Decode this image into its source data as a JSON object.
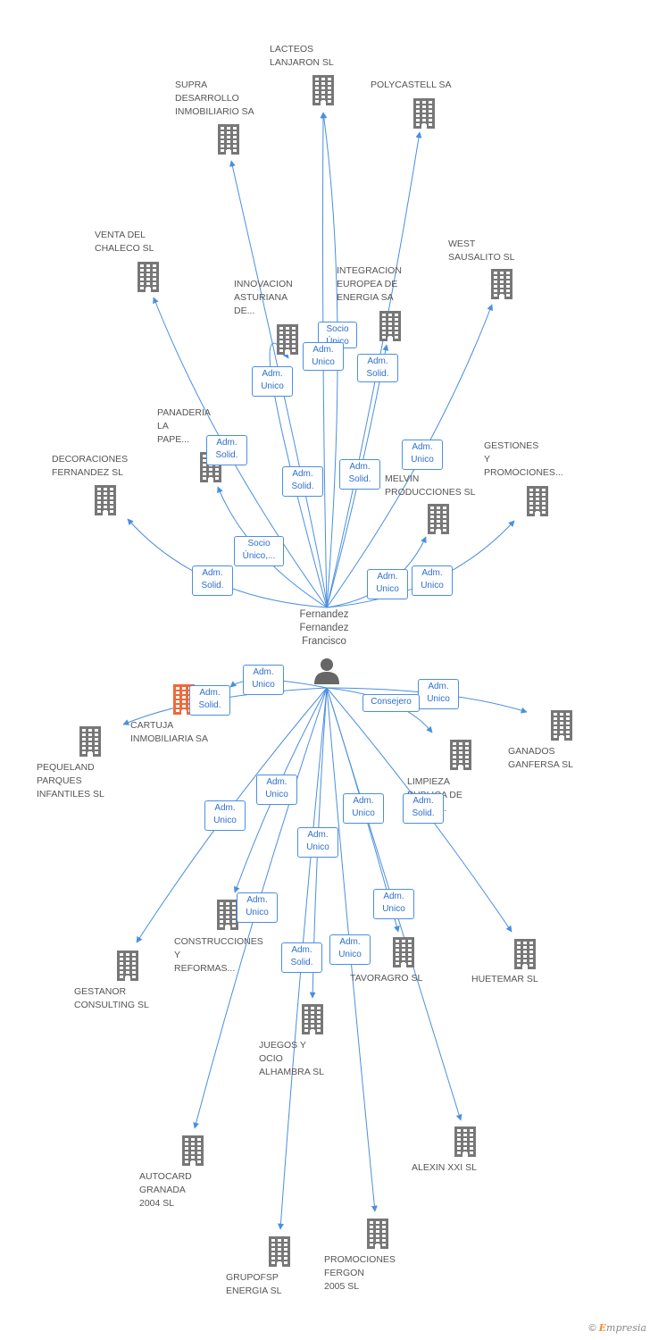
{
  "center": {
    "name": "Fernandez\nFernandez\nFrancisco"
  },
  "colors": {
    "edge": "#4a8fe0",
    "building": "#777777",
    "highlight": "#ee6a3a",
    "person": "#666666"
  },
  "nodes": [
    {
      "id": "lacteos",
      "label": "LACTEOS\nLANJARON SL"
    },
    {
      "id": "polycastell",
      "label": "POLYCASTELL SA"
    },
    {
      "id": "supra",
      "label": "SUPRA\nDESARROLLO\nINMOBILIARIO SA"
    },
    {
      "id": "venta",
      "label": "VENTA DEL\nCHALECO SL"
    },
    {
      "id": "innovacion",
      "label": "INNOVACION\nASTURIANA\nDE..."
    },
    {
      "id": "integracion",
      "label": "INTEGRACION\nEUROPEA DE\nENERGIA SA"
    },
    {
      "id": "west",
      "label": "WEST\nSAUSALITO SL"
    },
    {
      "id": "panaderia",
      "label": "PANADERIA\nLA\nPAPE..."
    },
    {
      "id": "decoraciones",
      "label": "DECORACIONES\nFERNANDEZ SL"
    },
    {
      "id": "gestiones",
      "label": "GESTIONES\nY\nPROMOCIONES..."
    },
    {
      "id": "melvin",
      "label": "MELVIN\nPRODUCCIONES SL"
    },
    {
      "id": "cartuja",
      "label": "CARTUJA\nINMOBILIARIA SA",
      "highlight": true
    },
    {
      "id": "pequeland",
      "label": "PEQUELAND\nPARQUES\nINFANTILES SL"
    },
    {
      "id": "ganados",
      "label": "GANADOS\nGANFERSA SL"
    },
    {
      "id": "limpieza",
      "label": "LIMPIEZA\nPUBLICA DE\nCOSTA..."
    },
    {
      "id": "construcciones",
      "label": "CONSTRUCCIONES\nY\nREFORMAS..."
    },
    {
      "id": "gestanor",
      "label": "GESTANOR\nCONSULTING SL"
    },
    {
      "id": "tavoragro",
      "label": "TAVORAGRO SL"
    },
    {
      "id": "huetemar",
      "label": "HUETEMAR SL"
    },
    {
      "id": "juegos",
      "label": "JUEGOS Y\nOCIO\nALHAMBRA SL"
    },
    {
      "id": "alexin",
      "label": "ALEXIN XXI SL"
    },
    {
      "id": "autocard",
      "label": "AUTOCARD\nGRANADA\n2004 SL"
    },
    {
      "id": "promociones",
      "label": "PROMOCIONES\nFERGON\n2005 SL"
    },
    {
      "id": "grupofsp",
      "label": "GRUPOFSP\nENERGIA SL"
    }
  ],
  "edges": [
    {
      "to": "lacteos",
      "label": "Socio\nÚnico"
    },
    {
      "to": "lacteos",
      "label": "Adm.\nUnico"
    },
    {
      "to": "polycastell",
      "label": "Adm.\nSolid."
    },
    {
      "to": "supra",
      "label": "Adm.\nSolid."
    },
    {
      "to": "venta",
      "label": "Adm.\nSolid."
    },
    {
      "to": "innovacion",
      "label": "Adm.\nUnico"
    },
    {
      "to": "integracion",
      "label": "Adm.\nSolid."
    },
    {
      "to": "west",
      "label": "Adm.\nUnico"
    },
    {
      "to": "panaderia",
      "label": "Socio\nÚnico,..."
    },
    {
      "to": "decoraciones",
      "label": "Adm.\nSolid."
    },
    {
      "to": "gestiones",
      "label": "Adm.\nUnico"
    },
    {
      "to": "melvin",
      "label": "Adm.\nUnico"
    },
    {
      "to": "cartuja",
      "label": "Adm.\nUnico"
    },
    {
      "to": "pequeland",
      "label": "Adm.\nSolid."
    },
    {
      "to": "ganados",
      "label": "Adm.\nUnico"
    },
    {
      "to": "limpieza",
      "label": "Consejero"
    },
    {
      "to": "construcciones",
      "label": "Adm.\nUnico"
    },
    {
      "to": "gestanor",
      "label": "Adm.\nUnico"
    },
    {
      "to": "tavoragro",
      "label": "Adm.\nUnico"
    },
    {
      "to": "huetemar",
      "label": "Adm.\nSolid."
    },
    {
      "to": "juegos",
      "label": "Adm.\nUnico"
    },
    {
      "to": "alexin",
      "label": "Adm.\nUnico"
    },
    {
      "to": "autocard",
      "label": "Adm.\nUnico"
    },
    {
      "to": "promociones",
      "label": "Adm.\nUnico"
    },
    {
      "to": "grupofsp",
      "label": "Adm.\nSolid."
    }
  ],
  "footer": {
    "copyright": "©",
    "brand_first": "E",
    "brand_rest": "mpresia"
  }
}
